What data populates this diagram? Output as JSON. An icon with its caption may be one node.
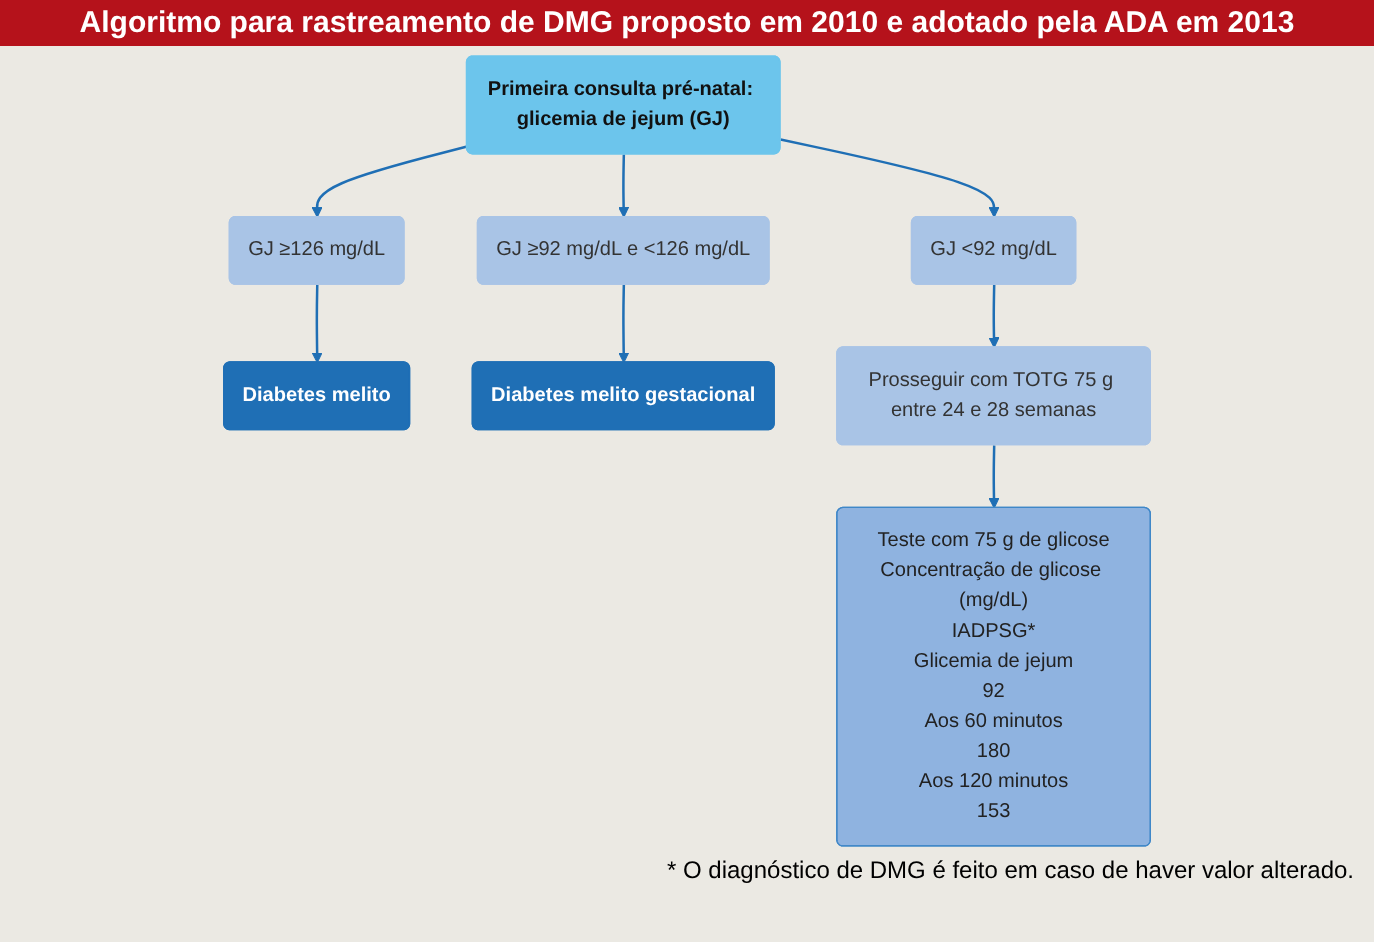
{
  "diagram": {
    "title": "Algoritmo para rastreamento de DMG proposto em 2010 e adotado pela ADA em 2013",
    "nodes": [
      {
        "text": [
          "Primeira consulta pré-natal: glicemia de jejum (GJ)"
        ]
      },
      {
        "text": [
          "GJ ≥126 mg/dL"
        ]
      },
      {
        "text": [
          "GJ ≥92 mg/dL e <126 mg/dL"
        ]
      },
      {
        "text": [
          "GJ <92 mg/dL"
        ]
      },
      {
        "text": [
          "Diabetes melito"
        ]
      },
      {
        "text": [
          "Diabetes melito gestacional"
        ]
      },
      {
        "text": [
          "Prosseguir com TOTG 75 g entre 24 e 28 semanas"
        ]
      },
      {
        "text": [
          "Teste com 75 g de glicose",
          "Concentração de glicose (mg/dL)",
          "IADPSG*",
          "Glicemia de jejum",
          "92",
          "Aos 60 minutos",
          "180",
          "Aos 120 minutos",
          "153"
        ]
      }
    ],
    "edges": [
      {
        "from": 0,
        "to": 1,
        "arrow": "to"
      },
      {
        "from": 0,
        "to": 2,
        "arrow": "to"
      },
      {
        "from": 0,
        "to": 3,
        "arrow": "to"
      },
      {
        "from": 1,
        "to": 4,
        "arrow": "to"
      },
      {
        "from": 2,
        "to": 5,
        "arrow": "to"
      },
      {
        "from": 3,
        "to": 6,
        "arrow": "to"
      },
      {
        "from": 6,
        "to": 7,
        "arrow": "to"
      }
    ],
    "labels": [
      "* O diagnóstico de DMG é feito em caso de haver valor alterado."
    ]
  }
}
